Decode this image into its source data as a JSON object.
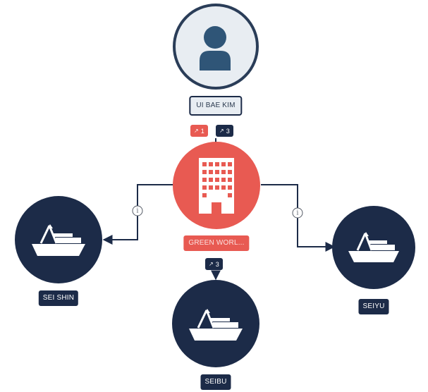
{
  "nodes": {
    "person": {
      "label": "UI BAE KIM",
      "icon": "person-icon"
    },
    "company": {
      "label": "GREEN WORL...",
      "icon": "office-building-icon"
    },
    "sei_shin": {
      "label": "SEI SHIN",
      "icon": "ship-icon"
    },
    "seibu": {
      "label": "SEIBU",
      "icon": "ship-icon"
    },
    "seiyu": {
      "label": "SEIYU",
      "icon": "ship-icon"
    }
  },
  "badges": {
    "person_red": {
      "count": "1",
      "icon": "link-icon"
    },
    "person_dark": {
      "count": "3",
      "icon": "link-icon"
    },
    "company_dark": {
      "count": "3",
      "icon": "link-icon"
    }
  },
  "edge_info": {
    "glyph": "i",
    "icon": "info-icon"
  },
  "colors": {
    "navy": "#1c2b48",
    "coral": "#e85a52",
    "person_bg": "#e8edf2",
    "person_fill": "#2f5577"
  }
}
